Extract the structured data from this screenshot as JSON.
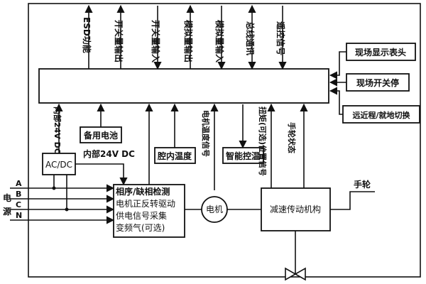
{
  "diagram": {
    "top_outputs": [
      {
        "label": "ESD功能"
      },
      {
        "label": "开关量输出"
      },
      {
        "label": "开关量输入"
      },
      {
        "label": "模拟量输出"
      },
      {
        "label": "模拟量输入"
      },
      {
        "label": "总线通讯"
      },
      {
        "label": "遥控信号"
      }
    ],
    "right_inputs": [
      {
        "label": "现场显示表头"
      },
      {
        "label": "现场开关停"
      },
      {
        "label": "远近程/就地切换"
      }
    ],
    "below_main": {
      "battery": "备用电池",
      "internal_24v_label": "内部24V DC",
      "internal_24v_vertical": "内部24V DC",
      "ac_dc": "AC/DC",
      "cavity_temp": "腔内温度",
      "motor_temp_signal": "电机温度信号",
      "smart_temp_ctrl": "智能控温",
      "torque_signal": "扭矩(可选)位置信号",
      "handwheel_state": "手轮状态"
    },
    "power": {
      "title": "电源",
      "phases": [
        "A",
        "B",
        "C",
        "N"
      ]
    },
    "control_block": {
      "lines": [
        "相序/缺相检测",
        "电机正反转驱动",
        "供电信号采集",
        "变频气(可选)"
      ]
    },
    "motor": "电机",
    "reducer": "减速传动机构",
    "handwheel": "手轮"
  }
}
